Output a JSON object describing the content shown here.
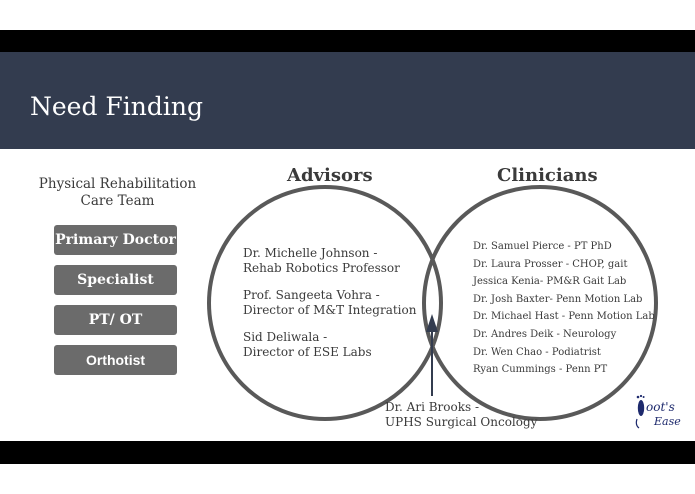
{
  "slide": {
    "title": "Need Finding"
  },
  "care_team": {
    "label_line1": "Physical Rehabilitation",
    "label_line2": "Care Team",
    "roles": [
      "Primary Doctor",
      "Specialist",
      "PT/ OT",
      "Orthotist"
    ]
  },
  "advisors": {
    "heading": "Advisors",
    "members": [
      {
        "name": "Dr. Michelle Johnson -",
        "role": "Rehab Robotics Professor"
      },
      {
        "name": "Prof. Sangeeta Vohra -",
        "role": "Director of M&T Integration"
      },
      {
        "name": "Sid Deliwala -",
        "role": "Director of ESE Labs"
      }
    ]
  },
  "clinicians": {
    "heading": "Clinicians",
    "members": [
      "Dr. Samuel Pierce - PT PhD",
      "Dr. Laura Prosser - CHOP, gait",
      "Jessica Kenia- PM&R Gait Lab",
      "Dr. Josh Baxter- Penn Motion Lab",
      "Dr. Michael Hast - Penn Motion Lab",
      "Dr. Andres Deik - Neurology",
      "Dr. Wen Chao - Podiatrist",
      "Ryan Cummings - Penn PT"
    ]
  },
  "intersection": {
    "line1": "Dr. Ari Brooks -",
    "line2": "UPHS Surgical Oncology"
  },
  "logo": {
    "line1": "oot's",
    "line2": "Ease",
    "brand_color": "#1e2a6d"
  },
  "colors": {
    "header": "#333c4f",
    "button": "#6b6b6b",
    "circle": "#595959"
  }
}
